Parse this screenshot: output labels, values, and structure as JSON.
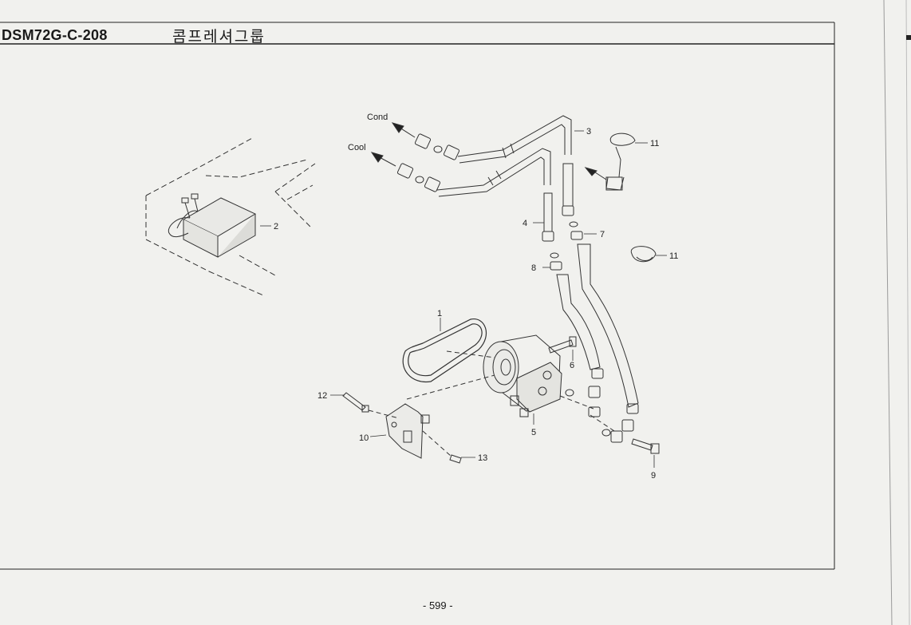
{
  "header": {
    "code": "DSM72G-C-208",
    "title": "콤프레셔그룹"
  },
  "footer": {
    "page_number": "- 599 -"
  },
  "diagram": {
    "direction_labels": {
      "cond": "Cond",
      "cool": "Cool"
    },
    "callouts": {
      "p1": "1",
      "p2": "2",
      "p3": "3",
      "p4": "4",
      "p5": "5",
      "p6": "6",
      "p7": "7",
      "p8": "8",
      "p9": "9",
      "p10": "10",
      "p11a": "11",
      "p11b": "11",
      "p12": "12",
      "p13": "13"
    }
  }
}
